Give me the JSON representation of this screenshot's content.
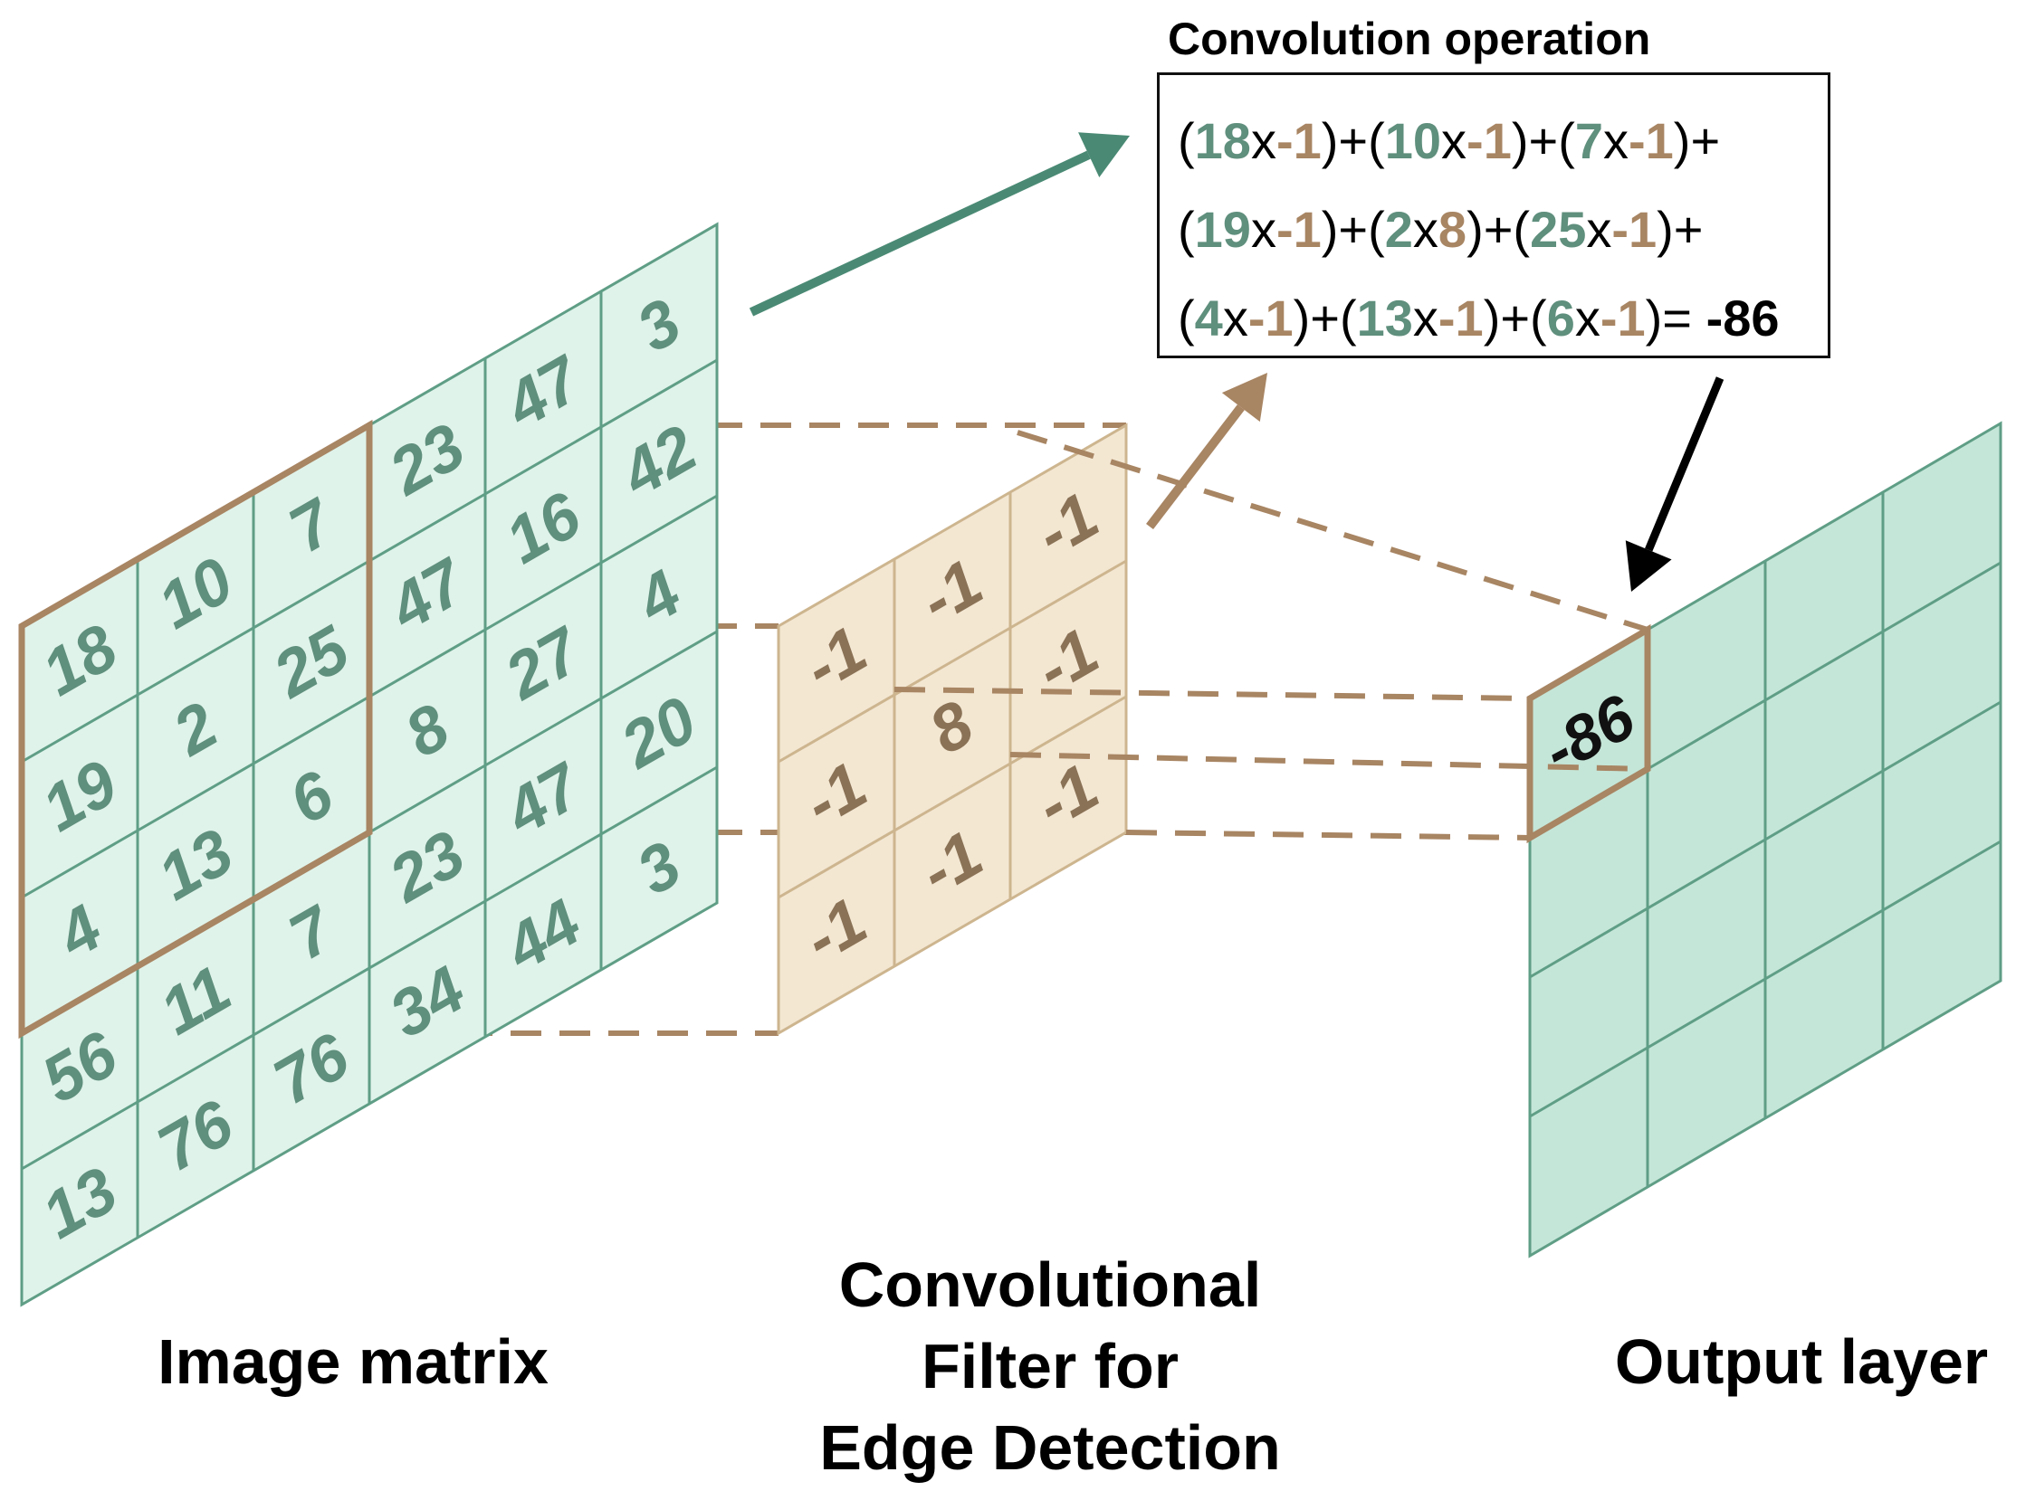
{
  "colors": {
    "image_fill": "#dff3ea",
    "image_line": "#5f9e86",
    "image_text": "#5f8f7d",
    "filter_fill": "#f3e7d2",
    "filter_line": "#cdb58f",
    "filter_text": "#8a7256",
    "output_fill": "#c4e6d8",
    "output_line": "#5f9e86",
    "highlight": "#a88563",
    "arrow_green": "#4a8a74",
    "arrow_black": "#000000"
  },
  "image_matrix": {
    "label": "Image matrix",
    "rows": [
      [
        "",
        "",
        "",
        "3"
      ],
      [
        "",
        "",
        "47",
        "42"
      ],
      [
        "",
        "7",
        "23",
        "16"
      ],
      [
        "10",
        "25",
        "47",
        "4"
      ],
      [
        "18",
        "2",
        "27",
        "20"
      ],
      [
        "19",
        "6",
        "8",
        "47"
      ],
      [
        "4",
        "13",
        "23",
        "3"
      ],
      [
        "56",
        "11",
        "7",
        "44"
      ],
      [
        "13",
        "76",
        "76",
        "34"
      ]
    ],
    "cells": [
      [
        [
          "18",
          "10",
          "7",
          "23",
          "47",
          "3"
        ],
        [
          "19",
          "2",
          "25",
          "47",
          "16",
          "42"
        ],
        [
          "4",
          "13",
          "6",
          "8",
          "27",
          "4"
        ],
        [
          "56",
          "11",
          "7",
          "23",
          "47",
          "20"
        ],
        [
          "13",
          "76",
          "76",
          "34",
          "44",
          "3"
        ]
      ]
    ]
  },
  "filter": {
    "label_lines": [
      "Convolutional",
      "Filter for",
      "Edge Detection"
    ],
    "cells": [
      [
        "-1",
        "-1",
        "-1"
      ],
      [
        "-1",
        "8",
        "-1"
      ],
      [
        "-1",
        "-1",
        "-1"
      ]
    ]
  },
  "output": {
    "label": "Output layer",
    "value": "-86"
  },
  "convolution": {
    "title": "Convolution operation",
    "lines": [
      [
        {
          "t": "(",
          "c": "k"
        },
        {
          "t": "18",
          "c": "g"
        },
        {
          "t": "x",
          "c": "k"
        },
        {
          "t": "-1",
          "c": "b"
        },
        {
          "t": ")+(",
          "c": "k"
        },
        {
          "t": "10",
          "c": "g"
        },
        {
          "t": "x",
          "c": "k"
        },
        {
          "t": "-1",
          "c": "b"
        },
        {
          "t": ")+(",
          "c": "k"
        },
        {
          "t": "7",
          "c": "g"
        },
        {
          "t": "x",
          "c": "k"
        },
        {
          "t": "-1",
          "c": "b"
        },
        {
          "t": ")+",
          "c": "k"
        }
      ],
      [
        {
          "t": "(",
          "c": "k"
        },
        {
          "t": "19",
          "c": "g"
        },
        {
          "t": "x",
          "c": "k"
        },
        {
          "t": "-1",
          "c": "b"
        },
        {
          "t": ")+(",
          "c": "k"
        },
        {
          "t": "2",
          "c": "g"
        },
        {
          "t": "x",
          "c": "k"
        },
        {
          "t": "8",
          "c": "b"
        },
        {
          "t": ")+(",
          "c": "k"
        },
        {
          "t": "25",
          "c": "g"
        },
        {
          "t": "x",
          "c": "k"
        },
        {
          "t": "-1",
          "c": "b"
        },
        {
          "t": ")+",
          "c": "k"
        }
      ],
      [
        {
          "t": "(",
          "c": "k"
        },
        {
          "t": "4",
          "c": "g"
        },
        {
          "t": "x",
          "c": "k"
        },
        {
          "t": "-1",
          "c": "b"
        },
        {
          "t": ")+(",
          "c": "k"
        },
        {
          "t": "13",
          "c": "g"
        },
        {
          "t": "x",
          "c": "k"
        },
        {
          "t": "-1",
          "c": "b"
        },
        {
          "t": ")+(",
          "c": "k"
        },
        {
          "t": "6",
          "c": "g"
        },
        {
          "t": "x",
          "c": "k"
        },
        {
          "t": "-1",
          "c": "b"
        },
        {
          "t": ")= ",
          "c": "k"
        },
        {
          "t": "-86",
          "c": "r"
        }
      ]
    ]
  }
}
